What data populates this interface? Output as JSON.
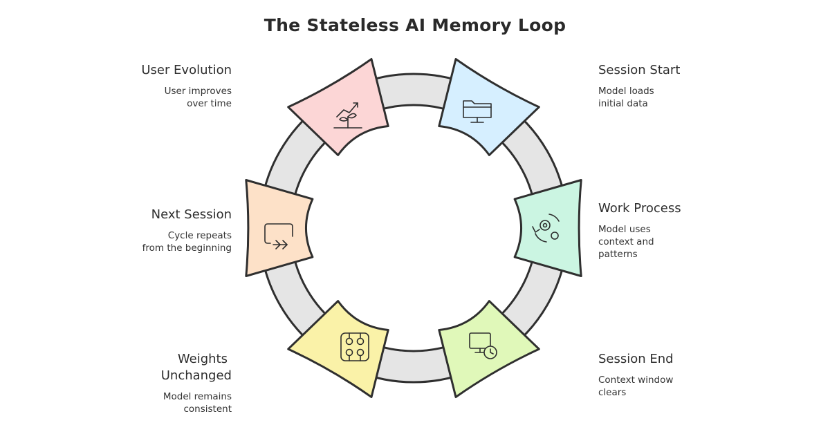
{
  "title": "The Stateless AI Memory Loop",
  "steps": [
    {
      "title": "Session Start",
      "desc_lines": [
        "Model loads",
        "initial data"
      ],
      "color": "#d6efff",
      "icon": "folder-monitor-icon"
    },
    {
      "title": "Work Process",
      "desc_lines": [
        "Model uses",
        "context and",
        "patterns"
      ],
      "color": "#cbf5e2",
      "icon": "gears-cycle-icon"
    },
    {
      "title": "Session End",
      "desc_lines": [
        "Context window",
        "clears"
      ],
      "color": "#e0f8b9",
      "icon": "monitor-clock-icon"
    },
    {
      "title_lines": [
        "Weights",
        "Unchanged"
      ],
      "desc_lines": [
        "Model remains",
        "consistent"
      ],
      "color": "#faf2a8",
      "icon": "weights-grid-icon"
    },
    {
      "title": "Next Session",
      "desc_lines": [
        "Cycle repeats",
        "from the beginning"
      ],
      "color": "#fde1c8",
      "icon": "repeat-arrow-icon"
    },
    {
      "title": "User Evolution",
      "desc_lines": [
        "User improves",
        "over time"
      ],
      "color": "#fcd6d6",
      "icon": "growth-plant-icon"
    }
  ],
  "connector_color": "#e5e5e5",
  "outline_color": "#2f2f2f"
}
